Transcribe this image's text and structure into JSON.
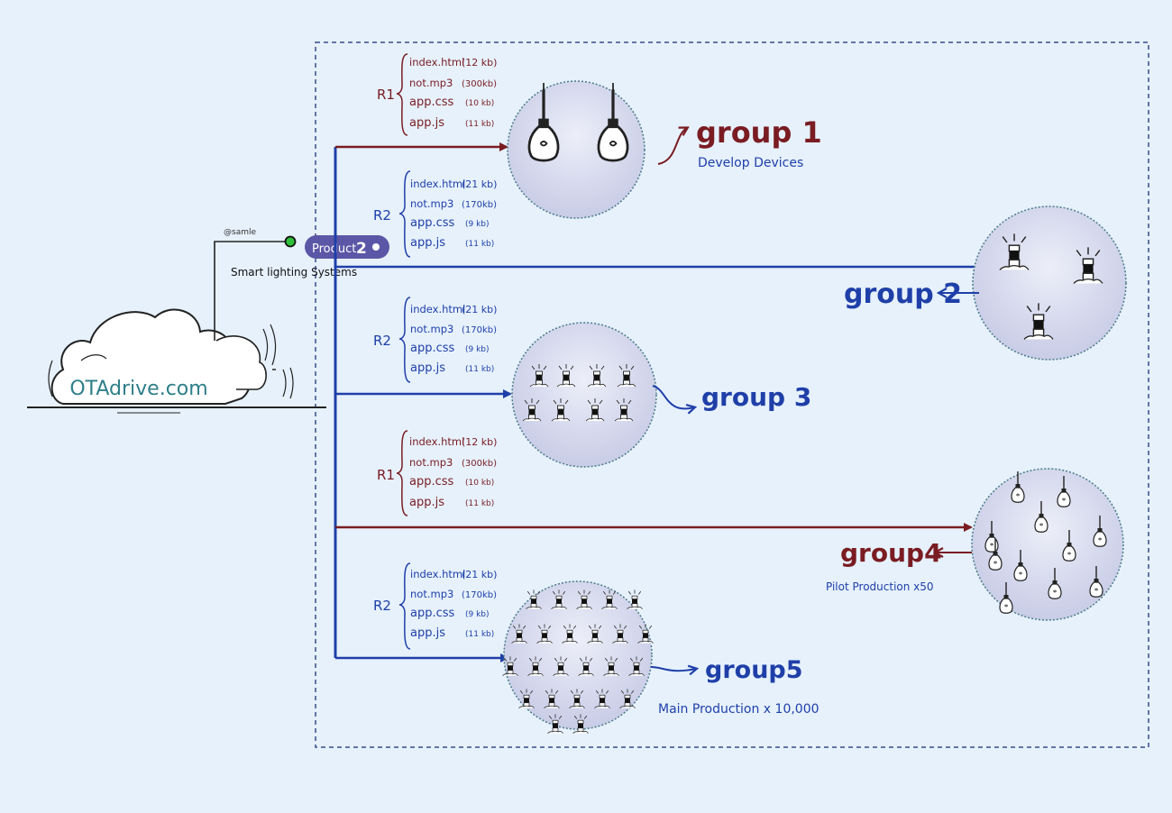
{
  "colors": {
    "background": "#e6f1fc",
    "blue": "#1f3fa8",
    "maroon": "#7a1c22",
    "frame": "#3a4a8a",
    "circle_fill": "#cfd3ea",
    "led_green": "#2fbf3a"
  },
  "source": {
    "logo_text": "OTAdrive.com",
    "label": "Smart lighting Systems",
    "connector_label": "@samle",
    "product_label": "Product",
    "product_number": "2"
  },
  "releases": [
    {
      "id": "R1",
      "files": [
        {
          "name": "index.html",
          "size": "(12 kb)"
        },
        {
          "name": "not.mp3",
          "size": "(300kb)"
        },
        {
          "name": "app.css",
          "size": "(10 kb)"
        },
        {
          "name": "app.js",
          "size": "(11 kb)"
        }
      ]
    },
    {
      "id": "R2",
      "files": [
        {
          "name": "index.html",
          "size": "(21 kb)"
        },
        {
          "name": "not.mp3",
          "size": "(170kb)"
        },
        {
          "name": "app.css",
          "size": "(9 kb)"
        },
        {
          "name": "app.js",
          "size": "(11 kb)"
        }
      ]
    },
    {
      "id": "R2",
      "files": [
        {
          "name": "index.html",
          "size": "(21 kb)"
        },
        {
          "name": "not.mp3",
          "size": "(170kb)"
        },
        {
          "name": "app.css",
          "size": "(9 kb)"
        },
        {
          "name": "app.js",
          "size": "(11 kb)"
        }
      ]
    },
    {
      "id": "R1",
      "files": [
        {
          "name": "index.html",
          "size": "(12 kb)"
        },
        {
          "name": "not.mp3",
          "size": "(300kb)"
        },
        {
          "name": "app.css",
          "size": "(10 kb)"
        },
        {
          "name": "app.js",
          "size": "(11 kb)"
        }
      ]
    },
    {
      "id": "R2",
      "files": [
        {
          "name": "index.html",
          "size": "(21 kb)"
        },
        {
          "name": "not.mp3",
          "size": "(170kb)"
        },
        {
          "name": "app.css",
          "size": "(9 kb)"
        },
        {
          "name": "app.js",
          "size": "(11 kb)"
        }
      ]
    }
  ],
  "groups": [
    {
      "name": "group 1",
      "caption": "Develop Devices"
    },
    {
      "name": "group 2",
      "caption": ""
    },
    {
      "name": "group 3",
      "caption": ""
    },
    {
      "name": "group4",
      "caption": "Pilot Production x50"
    },
    {
      "name": "group5",
      "caption": "Main Production x 10,000"
    }
  ]
}
